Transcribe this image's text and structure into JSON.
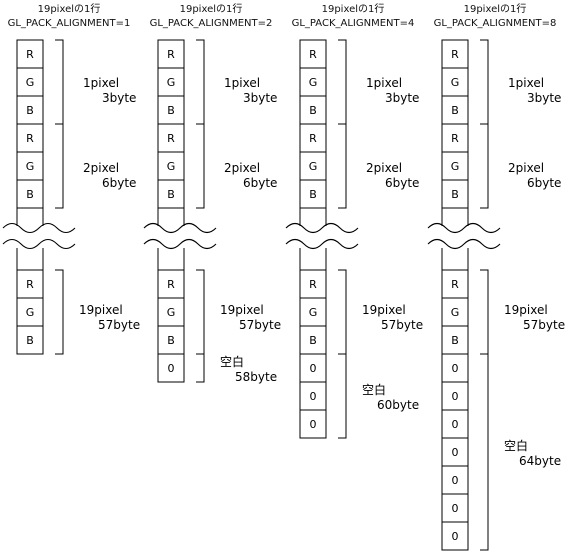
{
  "columns": [
    {
      "header": [
        "19pixelの1行",
        "GL_PACK_ALIGNMENT=1"
      ],
      "top_cells": [
        "R",
        "G",
        "B",
        "R",
        "G",
        "B"
      ],
      "bottom_cells": [
        "R",
        "G",
        "B"
      ],
      "labels": {
        "first": [
          "1pixel",
          "3byte"
        ],
        "second": [
          "2pixel",
          "6byte"
        ],
        "last": [
          "19pixel",
          "57byte"
        ]
      }
    },
    {
      "header": [
        "19pixelの1行",
        "GL_PACK_ALIGNMENT=2"
      ],
      "top_cells": [
        "R",
        "G",
        "B",
        "R",
        "G",
        "B"
      ],
      "bottom_cells": [
        "R",
        "G",
        "B",
        "0"
      ],
      "labels": {
        "first": [
          "1pixel",
          "3byte"
        ],
        "second": [
          "2pixel",
          "6byte"
        ],
        "last": [
          "19pixel",
          "57byte"
        ],
        "padding": [
          "空白",
          "58byte"
        ]
      }
    },
    {
      "header": [
        "19pixelの1行",
        "GL_PACK_ALIGNMENT=4"
      ],
      "top_cells": [
        "R",
        "G",
        "B",
        "R",
        "G",
        "B"
      ],
      "bottom_cells": [
        "R",
        "G",
        "B",
        "0",
        "0",
        "0"
      ],
      "labels": {
        "first": [
          "1pixel",
          "3byte"
        ],
        "second": [
          "2pixel",
          "6byte"
        ],
        "last": [
          "19pixel",
          "57byte"
        ],
        "padding": [
          "空白",
          "60byte"
        ]
      }
    },
    {
      "header": [
        "19pixelの1行",
        "GL_PACK_ALIGNMENT=8"
      ],
      "top_cells": [
        "R",
        "G",
        "B",
        "R",
        "G",
        "B"
      ],
      "bottom_cells": [
        "R",
        "G",
        "B",
        "0",
        "0",
        "0",
        "0",
        "0",
        "0",
        "0"
      ],
      "labels": {
        "first": [
          "1pixel",
          "3byte"
        ],
        "second": [
          "2pixel",
          "6byte"
        ],
        "last": [
          "19pixel",
          "57byte"
        ],
        "padding": [
          "空白",
          "64byte"
        ]
      }
    }
  ]
}
